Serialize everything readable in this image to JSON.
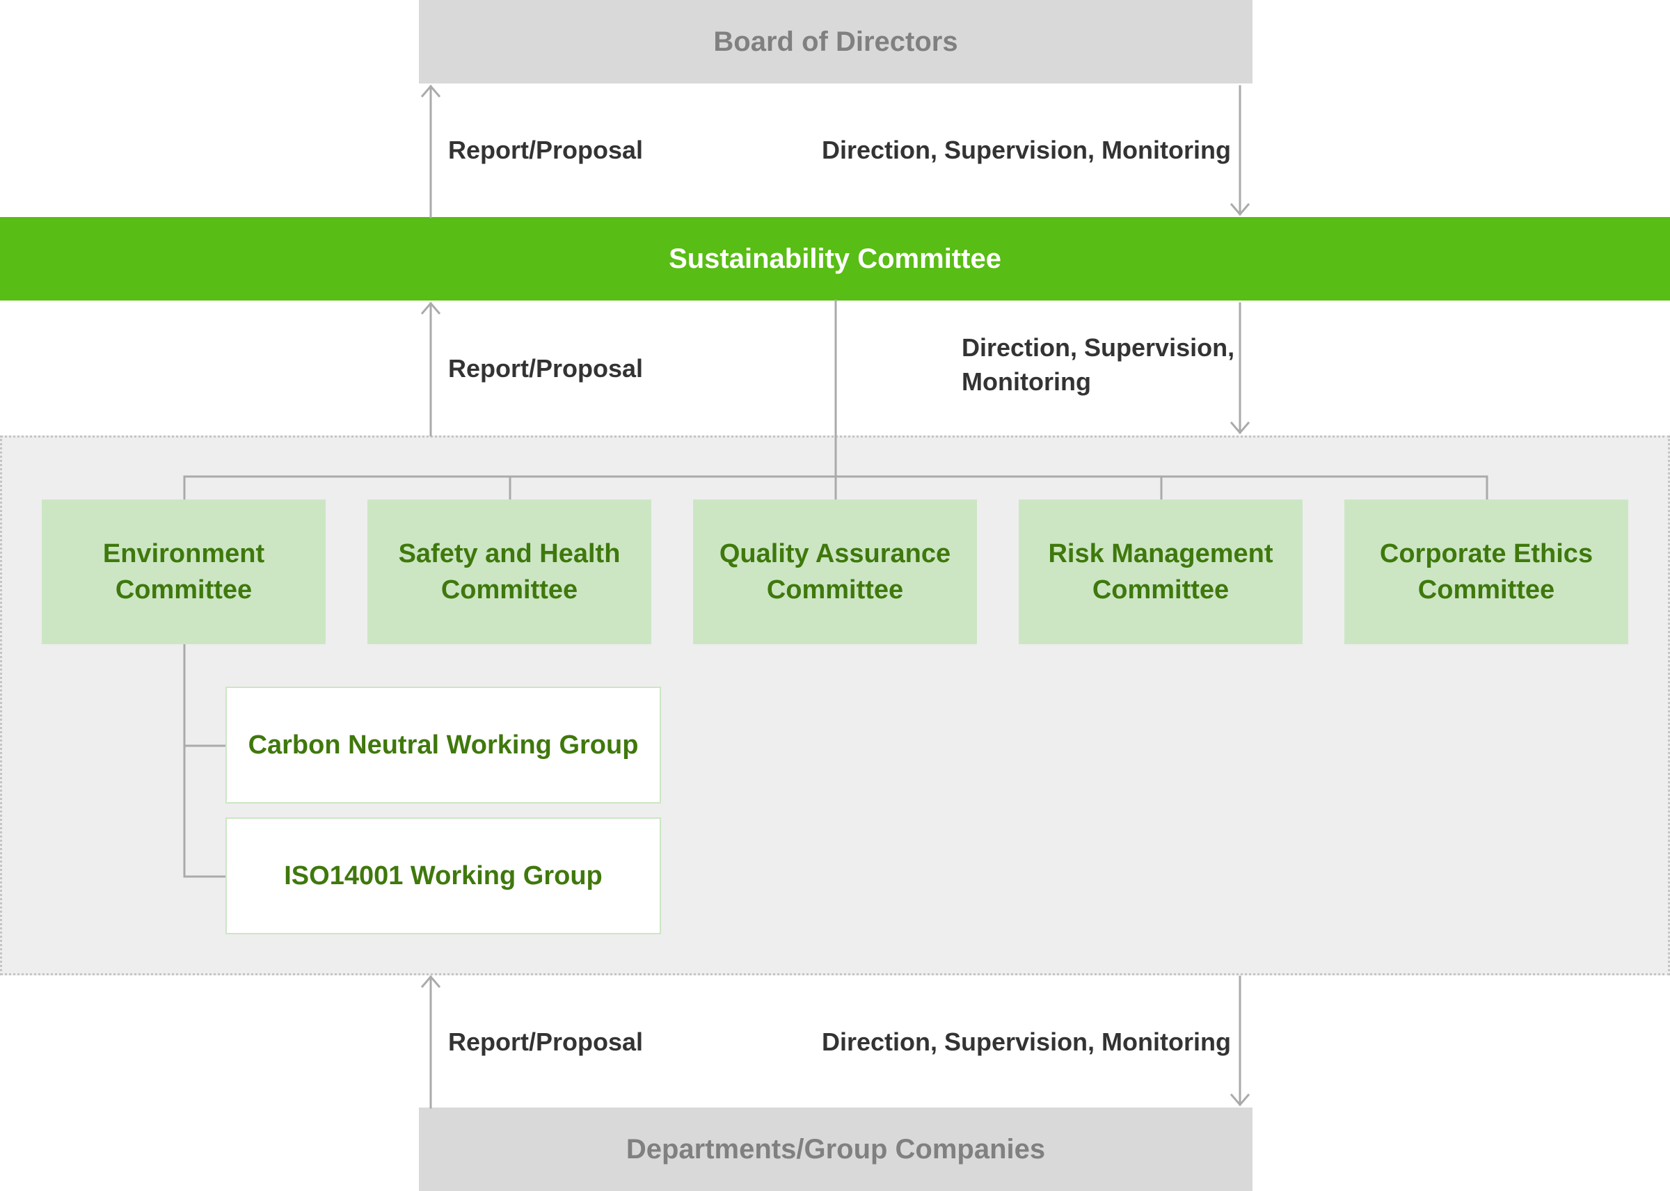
{
  "board": {
    "title": "Board of Directors"
  },
  "sustainability": {
    "title": "Sustainability Committee"
  },
  "departments": {
    "title": "Departments/Group Companies"
  },
  "flows": {
    "top": {
      "report": "Report/Proposal",
      "direction": "Direction, Supervision, Monitoring"
    },
    "middle": {
      "report": "Report/Proposal",
      "direction_line1": "Direction, Supervision,",
      "direction_line2": "Monitoring"
    },
    "bottom": {
      "report": "Report/Proposal",
      "direction": "Direction, Supervision, Monitoring"
    }
  },
  "committees": [
    {
      "line1": "Environment",
      "line2": "Committee"
    },
    {
      "line1": "Safety and Health",
      "line2": "Committee"
    },
    {
      "line1": "Quality Assurance",
      "line2": "Committee"
    },
    {
      "line1": "Risk Management",
      "line2": "Committee"
    },
    {
      "line1": "Corporate Ethics",
      "line2": "Committee"
    }
  ],
  "working_groups": [
    {
      "label": "Carbon Neutral Working Group"
    },
    {
      "label": "ISO14001 Working Group"
    }
  ],
  "colors": {
    "brand_green": "#58bd14",
    "committee_fill": "#cce6c4",
    "committee_text": "#3f780c",
    "gray_box": "#d9d9d9",
    "connector": "#aaaaaa"
  }
}
